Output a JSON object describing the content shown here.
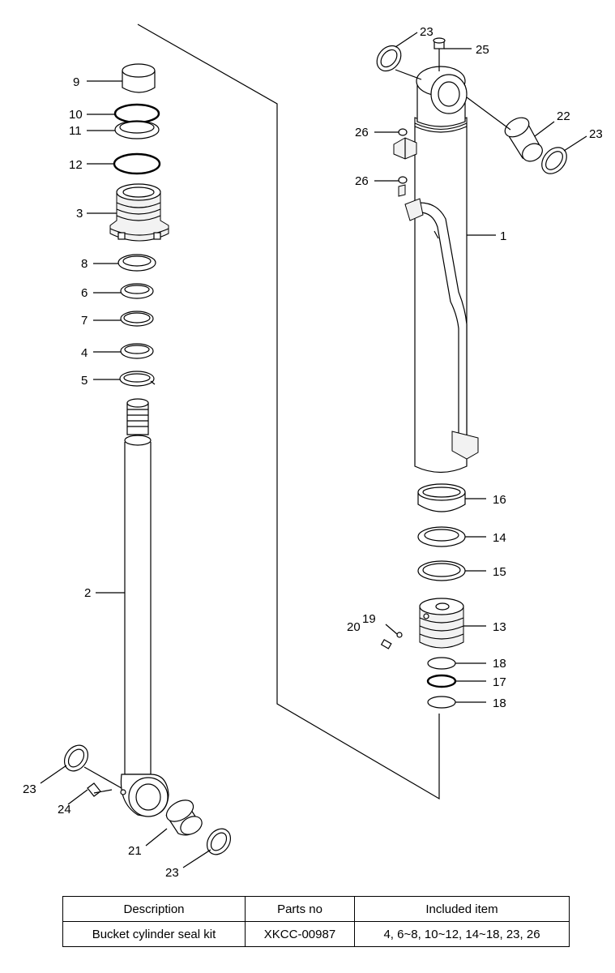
{
  "callouts": {
    "c1": "1",
    "c2": "2",
    "c3": "3",
    "c4": "4",
    "c5": "5",
    "c6": "6",
    "c7": "7",
    "c8": "8",
    "c9": "9",
    "c10": "10",
    "c11": "11",
    "c12": "12",
    "c13": "13",
    "c14": "14",
    "c15": "15",
    "c16": "16",
    "c17": "17",
    "c18": "18",
    "c19": "19",
    "c20": "20",
    "c21": "21",
    "c22": "22",
    "c23": "23",
    "c24": "24",
    "c25": "25",
    "c26": "26"
  },
  "table": {
    "headers": [
      "Description",
      "Parts no",
      "Included item"
    ],
    "row": [
      "Bucket cylinder seal kit",
      "XKCC-00987",
      "4, 6~8, 10~12, 14~18, 23, 26"
    ]
  }
}
